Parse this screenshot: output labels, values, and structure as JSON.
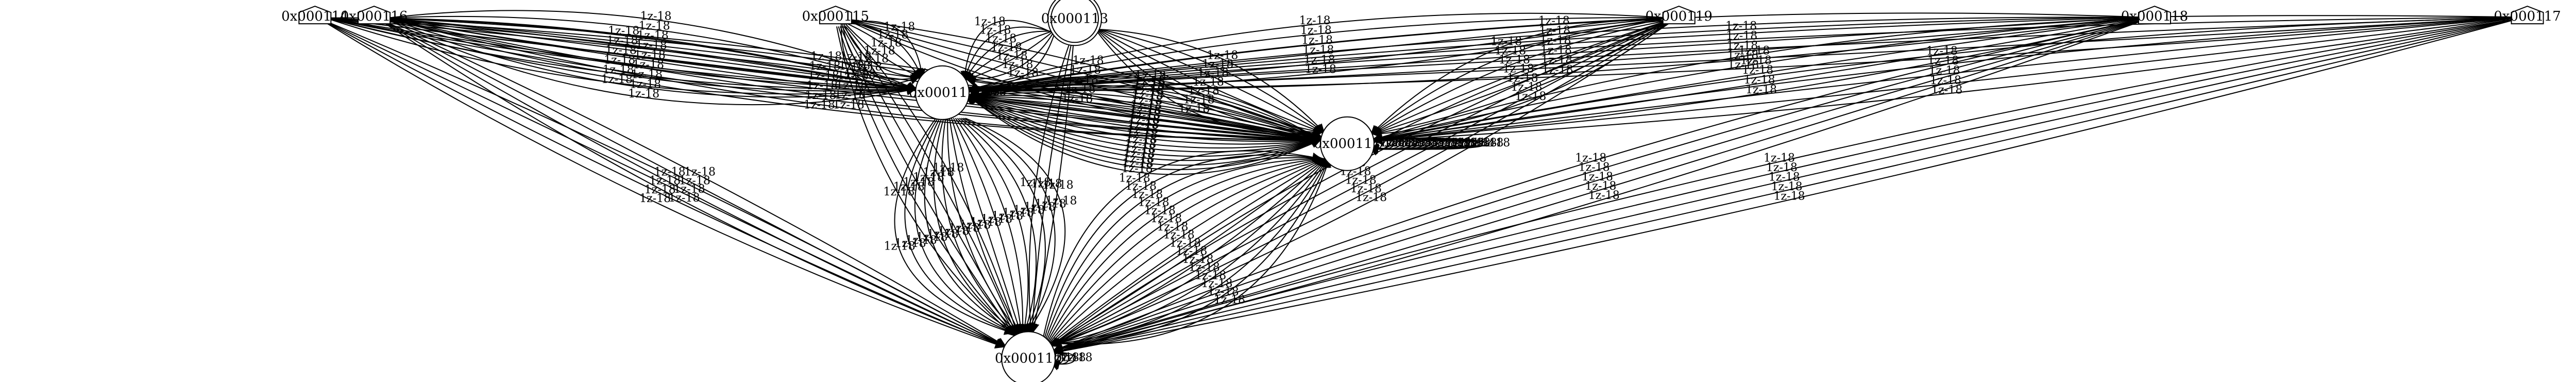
{
  "diagram": {
    "type": "state-graph",
    "nodes": [
      {
        "id": "n114",
        "label": "0x000114",
        "shape": "house"
      },
      {
        "id": "n116",
        "label": "0x000116",
        "shape": "house"
      },
      {
        "id": "n115",
        "label": "0x000115",
        "shape": "house"
      },
      {
        "id": "n113",
        "label": "0x000113",
        "shape": "doublecircle"
      },
      {
        "id": "n119",
        "label": "0x000119",
        "shape": "house"
      },
      {
        "id": "n118",
        "label": "0x000118",
        "shape": "house"
      },
      {
        "id": "n117",
        "label": "0x000117",
        "shape": "house"
      },
      {
        "id": "n112",
        "label": "0x000112",
        "shape": "circle"
      },
      {
        "id": "n111",
        "label": "0x000111",
        "shape": "circle"
      },
      {
        "id": "n110",
        "label": "0x000110",
        "shape": "circle"
      }
    ],
    "edge_label": "1z-18",
    "edges": [
      {
        "from": "n114",
        "to": "n112",
        "count": 6
      },
      {
        "from": "n114",
        "to": "n111",
        "count": 6
      },
      {
        "from": "n114",
        "to": "n110",
        "count": 4
      },
      {
        "from": "n116",
        "to": "n112",
        "count": 9
      },
      {
        "from": "n116",
        "to": "n111",
        "count": 6
      },
      {
        "from": "n116",
        "to": "n110",
        "count": 4
      },
      {
        "from": "n115",
        "to": "n112",
        "count": 7
      },
      {
        "from": "n115",
        "to": "n111",
        "count": 5
      },
      {
        "from": "n115",
        "to": "n110",
        "count": 6
      },
      {
        "from": "n113",
        "to": "n112",
        "count": 7
      },
      {
        "from": "n113",
        "to": "n111",
        "count": 7
      },
      {
        "from": "n113",
        "to": "n110",
        "count": 3
      },
      {
        "from": "n119",
        "to": "n112",
        "count": 6
      },
      {
        "from": "n119",
        "to": "n111",
        "count": 7
      },
      {
        "from": "n119",
        "to": "n110",
        "count": 6
      },
      {
        "from": "n118",
        "to": "n112",
        "count": 6
      },
      {
        "from": "n118",
        "to": "n111",
        "count": 5
      },
      {
        "from": "n118",
        "to": "n110",
        "count": 5
      },
      {
        "from": "n117",
        "to": "n112",
        "count": 5
      },
      {
        "from": "n117",
        "to": "n111",
        "count": 5
      },
      {
        "from": "n117",
        "to": "n110",
        "count": 5
      },
      {
        "from": "n112",
        "to": "n111",
        "count": 10
      },
      {
        "from": "n111",
        "to": "n112",
        "count": 10
      },
      {
        "from": "n112",
        "to": "n110",
        "count": 16
      },
      {
        "from": "n110",
        "to": "n111",
        "count": 16
      },
      {
        "from": "n112",
        "to": "n112",
        "count": 3
      },
      {
        "from": "n111",
        "to": "n111",
        "count": 18
      },
      {
        "from": "n110",
        "to": "n110",
        "count": 3
      }
    ]
  }
}
